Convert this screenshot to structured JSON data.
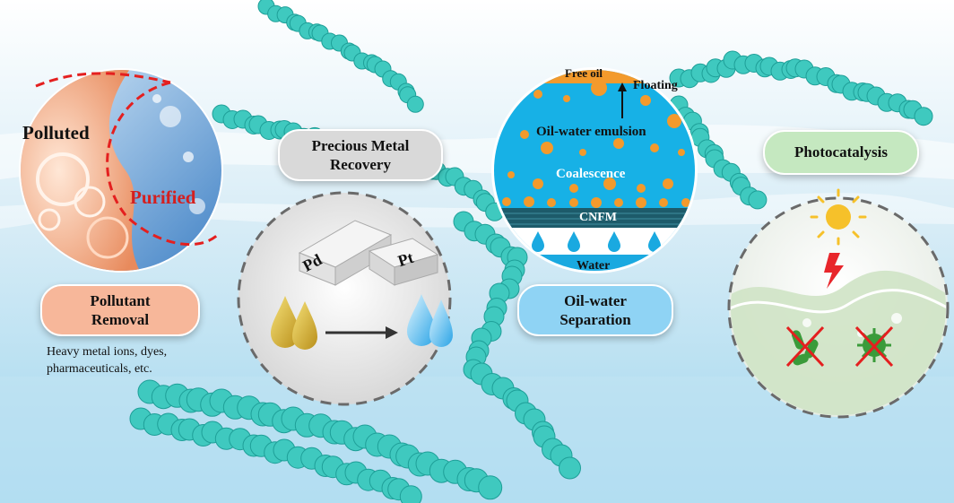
{
  "pollutant": {
    "polluted_label": "Polluted",
    "purified_label": "Purified",
    "pill_line1": "Pollutant",
    "pill_line2": "Removal",
    "note_line1": "Heavy metal ions, dyes,",
    "note_line2": "pharmaceuticals, etc."
  },
  "metal": {
    "pill_line1": "Precious Metal",
    "pill_line2": "Recovery",
    "bar_left": "Pd",
    "bar_right": "Pt"
  },
  "separation": {
    "free_oil": "Free oil",
    "floating": "Floating",
    "emulsion": "Oil-water emulsion",
    "coalescence": "Coalescence",
    "membrane": "CNFM",
    "water": "Water",
    "pill_line1": "Oil-water",
    "pill_line2": "Separation"
  },
  "photo": {
    "pill_label": "Photocatalysis"
  },
  "colors": {
    "fiber": "#3fc9bf",
    "oil": "#f39a2c",
    "emulsion_bg": "#17b1e6",
    "pollutant_pill": "#f7b79a",
    "separation_pill": "#8fd3f4",
    "photo_pill": "#c5e8c0",
    "metal_pill": "#d9d9d9"
  }
}
